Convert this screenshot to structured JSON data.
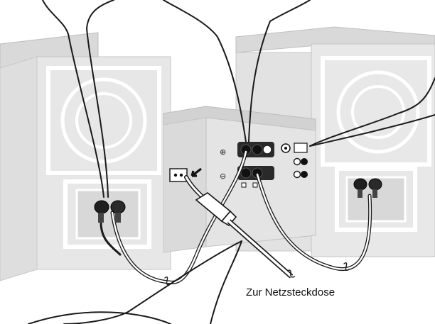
{
  "caption": "Zur Netzsteckdose",
  "colors": {
    "speaker_fill": "#e6e6e6",
    "speaker_edge": "#b8b8b8",
    "panel_fill": "#dcdcdc",
    "line": "#1a1a1a",
    "background": "#ffffff"
  },
  "icons": {
    "plus_terminal": "circled-plus",
    "minus_terminal": "circled-minus",
    "power_inlet": "ac-inlet-icon",
    "antenna_jack": "antenna-icon"
  }
}
